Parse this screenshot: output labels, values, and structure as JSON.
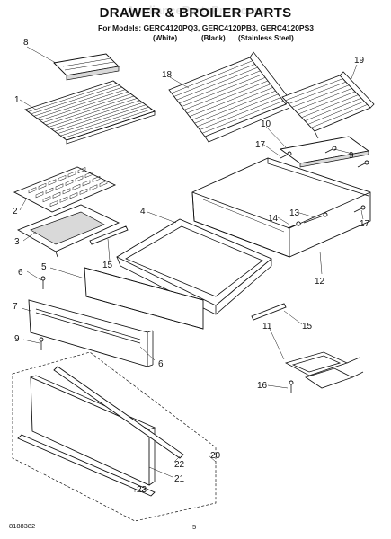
{
  "header": {
    "title": "DRAWER & BROILER PARTS",
    "watermark": "AppliancePartsPros.com",
    "models_line": "For Models: GERC4120PQ3, GERC4120PB3, GERC4120PS3",
    "variants": [
      "(White)",
      "(Black)",
      "(Stainless Steel)"
    ]
  },
  "callouts": [
    "8",
    "1",
    "18",
    "19",
    "10",
    "17",
    "9",
    "2",
    "3",
    "4",
    "14",
    "13",
    "17",
    "15",
    "6",
    "5",
    "12",
    "7",
    "11",
    "15",
    "9",
    "6",
    "16",
    "20",
    "22",
    "21",
    "23"
  ],
  "footer": {
    "doc_number": "8188382",
    "page_number": "5"
  }
}
